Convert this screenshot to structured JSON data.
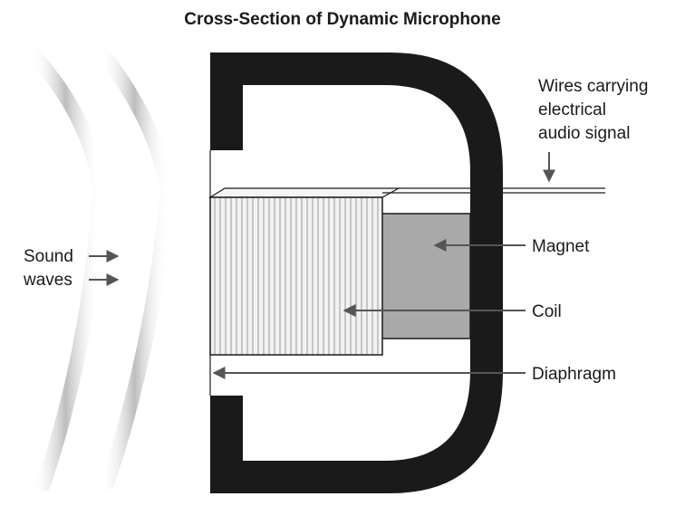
{
  "title": "Cross-Section of Dynamic Microphone",
  "labels": {
    "wires_line1": "Wires carrying",
    "wires_line2": "electrical",
    "wires_line3": "audio signal",
    "magnet": "Magnet",
    "coil": "Coil",
    "diaphragm": "Diaphragm",
    "sound_line1": "Sound",
    "sound_line2": "waves"
  },
  "colors": {
    "housing": "#1a1a1a",
    "magnet": "#a9a9a9",
    "coil_fill": "#efefef",
    "coil_lines": "#9a9a9a",
    "wave": "#c4c4c4",
    "arrow": "#555555"
  }
}
